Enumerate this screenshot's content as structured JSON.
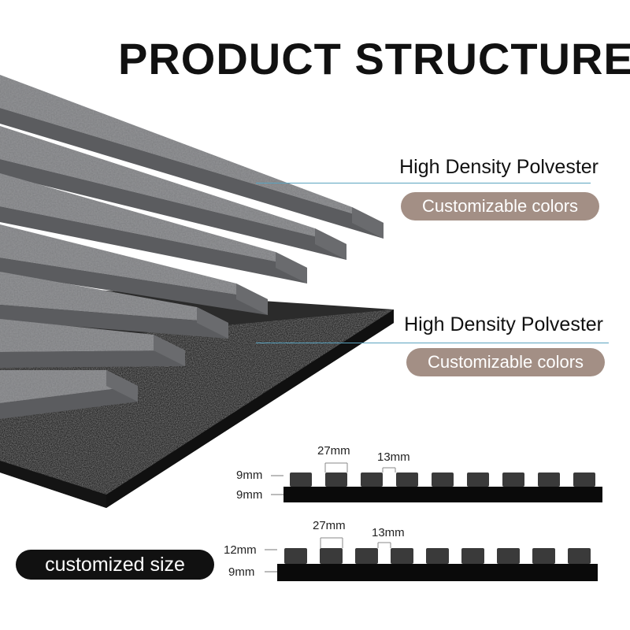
{
  "title": "PRODUCT STRUCTURE",
  "layers": [
    {
      "label": "High Density Polvester",
      "badge": "Customizable colors"
    },
    {
      "label": "High Density Polvester",
      "badge": "Customizable colors"
    }
  ],
  "size_badge": "customized size",
  "profiles": [
    {
      "slat_width": "27mm",
      "gap": "13mm",
      "slat_height": "9mm",
      "base_height": "9mm"
    },
    {
      "slat_width": "27mm",
      "gap": "13mm",
      "slat_height": "12mm",
      "base_height": "9mm"
    }
  ],
  "colors": {
    "slat": "#6e6f72",
    "slat_top": "#7c7d80",
    "felt": "#2b2b2b",
    "badge_bg": "#a38f85",
    "leader": "#5aa3c0"
  }
}
